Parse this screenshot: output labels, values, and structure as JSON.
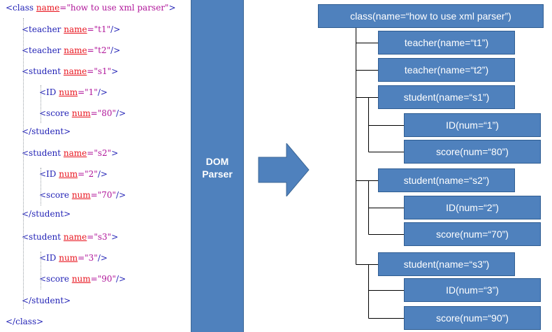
{
  "xml_code": {
    "lines": [
      {
        "tag": "<class ",
        "attr": "name",
        "val": "=\"how to use xml parser\"",
        "close": ">"
      },
      {
        "tag": "<teacher ",
        "attr": "name",
        "val": "=\"t1\"",
        "close": "/>"
      },
      {
        "tag": "<teacher ",
        "attr": "name",
        "val": "=\"t2\"",
        "close": "/>"
      },
      {
        "tag": "<student ",
        "attr": "name",
        "val": "=\"s1\"",
        "close": ">"
      },
      {
        "tag": "<ID ",
        "attr": "num",
        "val": "=\"1\"",
        "close": "/>"
      },
      {
        "tag": "<score ",
        "attr": "num",
        "val": "=\"80\"",
        "close": "/>"
      },
      {
        "tag": "</student>",
        "attr": "",
        "val": "",
        "close": ""
      },
      {
        "tag": "<student ",
        "attr": "name",
        "val": "=\"s2\"",
        "close": ">"
      },
      {
        "tag": "<ID ",
        "attr": "num",
        "val": "=\"2\"",
        "close": "/>"
      },
      {
        "tag": "<score ",
        "attr": "num",
        "val": "=\"70\"",
        "close": "/>"
      },
      {
        "tag": "</student>",
        "attr": "",
        "val": "",
        "close": ""
      },
      {
        "tag": "<student ",
        "attr": "name",
        "val": "=\"s3\"",
        "close": ">"
      },
      {
        "tag": "<ID ",
        "attr": "num",
        "val": "=\"3\"",
        "close": "/>"
      },
      {
        "tag": "<score ",
        "attr": "num",
        "val": "=\"90\"",
        "close": "/>"
      },
      {
        "tag": "</student>",
        "attr": "",
        "val": "",
        "close": ""
      },
      {
        "tag": "</class>",
        "attr": "",
        "val": "",
        "close": ""
      }
    ]
  },
  "parser": {
    "line1": "DOM",
    "line2": "Parser"
  },
  "arrow": {
    "icon": "right-arrow-icon"
  },
  "tree": {
    "root": "class(name=“how to use xml parser”)",
    "teacher_t1": "teacher(name=“t1”)",
    "teacher_t2": "teacher(name=“t2”)",
    "student_s1": "student(name=“s1”)",
    "id_1": "ID(num=“1”)",
    "score_80": "score(num=“80”)",
    "student_s2": "student(name=“s2”)",
    "id_2": "ID(num=“2”)",
    "score_70": "score(num=“70”)",
    "student_s3": "student(name=“s3”)",
    "id_3": "ID(num=“3”)",
    "score_90": "score(num=“90”)"
  },
  "colors": {
    "node_fill": "#4f81bd",
    "node_border": "#2f5d92",
    "tag_text": "#1f1fb5",
    "attr_name": "#e8141e",
    "attr_value": "#b0169a"
  }
}
